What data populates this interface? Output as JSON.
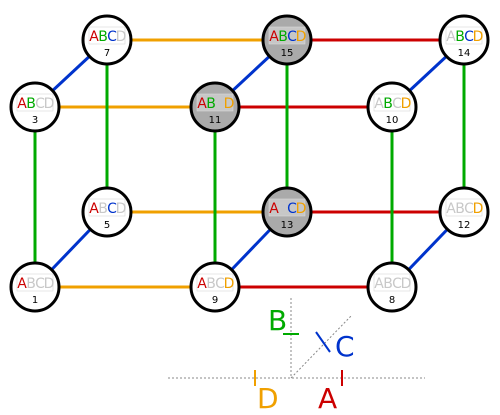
{
  "colors": {
    "A": "#cc0000",
    "B": "#00aa00",
    "C": "#0033cc",
    "D": "#f0a000",
    "faded": "#c8c8c8",
    "node_fill": "#ffffff",
    "node_fill_shaded": "#aaaaaa",
    "node_stroke": "#000000"
  },
  "nodes": [
    {
      "id": "n1",
      "number": "1",
      "letters": [
        "A",
        "B",
        "C",
        "D"
      ],
      "active": [
        true,
        false,
        false,
        false
      ],
      "shaded": false
    },
    {
      "id": "n3",
      "number": "3",
      "letters": [
        "A",
        "B",
        "C",
        "D"
      ],
      "active": [
        true,
        true,
        false,
        false
      ],
      "shaded": false
    },
    {
      "id": "n5",
      "number": "5",
      "letters": [
        "A",
        "B",
        "C",
        "D"
      ],
      "active": [
        true,
        false,
        true,
        false
      ],
      "shaded": false
    },
    {
      "id": "n7",
      "number": "7",
      "letters": [
        "A",
        "B",
        "C",
        "D"
      ],
      "active": [
        true,
        true,
        true,
        false
      ],
      "shaded": false
    },
    {
      "id": "n8",
      "number": "8",
      "letters": [
        "A",
        "B",
        "C",
        "D"
      ],
      "active": [
        false,
        false,
        false,
        false
      ],
      "shaded": false
    },
    {
      "id": "n9",
      "number": "9",
      "letters": [
        "A",
        "B",
        "C",
        "D"
      ],
      "active": [
        true,
        false,
        false,
        true
      ],
      "shaded": false
    },
    {
      "id": "n10",
      "number": "10",
      "letters": [
        "A",
        "B",
        "C",
        "D"
      ],
      "active": [
        false,
        true,
        false,
        true
      ],
      "shaded": false
    },
    {
      "id": "n11",
      "number": "11",
      "letters": [
        "A",
        "B",
        "C",
        "D"
      ],
      "active": [
        true,
        true,
        false,
        true
      ],
      "shaded": true
    },
    {
      "id": "n12",
      "number": "12",
      "letters": [
        "A",
        "B",
        "C",
        "D"
      ],
      "active": [
        false,
        false,
        false,
        true
      ],
      "shaded": false
    },
    {
      "id": "n13",
      "number": "13",
      "letters": [
        "A",
        "B",
        "C",
        "D"
      ],
      "active": [
        true,
        false,
        true,
        true
      ],
      "shaded": true
    },
    {
      "id": "n14",
      "number": "14",
      "letters": [
        "A",
        "B",
        "C",
        "D"
      ],
      "active": [
        false,
        true,
        true,
        true
      ],
      "shaded": false
    },
    {
      "id": "n15",
      "number": "15",
      "letters": [
        "A",
        "B",
        "C",
        "D"
      ],
      "active": [
        true,
        true,
        true,
        true
      ],
      "shaded": true
    }
  ],
  "edges": [
    {
      "from": "n7",
      "to": "n15",
      "color": "D"
    },
    {
      "from": "n15",
      "to": "n14",
      "color": "A"
    },
    {
      "from": "n3",
      "to": "n11",
      "color": "D"
    },
    {
      "from": "n11",
      "to": "n10",
      "color": "A"
    },
    {
      "from": "n5",
      "to": "n13",
      "color": "D"
    },
    {
      "from": "n13",
      "to": "n12",
      "color": "A"
    },
    {
      "from": "n1",
      "to": "n9",
      "color": "D"
    },
    {
      "from": "n9",
      "to": "n8",
      "color": "A"
    },
    {
      "from": "n7",
      "to": "n3",
      "color": "C"
    },
    {
      "from": "n15",
      "to": "n11",
      "color": "C"
    },
    {
      "from": "n14",
      "to": "n10",
      "color": "C"
    },
    {
      "from": "n5",
      "to": "n1",
      "color": "C"
    },
    {
      "from": "n13",
      "to": "n9",
      "color": "C"
    },
    {
      "from": "n12",
      "to": "n8",
      "color": "C"
    },
    {
      "from": "n3",
      "to": "n1",
      "color": "B"
    },
    {
      "from": "n7",
      "to": "n5",
      "color": "B"
    },
    {
      "from": "n11",
      "to": "n9",
      "color": "B"
    },
    {
      "from": "n15",
      "to": "n13",
      "color": "B"
    },
    {
      "from": "n10",
      "to": "n8",
      "color": "B"
    },
    {
      "from": "n14",
      "to": "n12",
      "color": "B"
    }
  ],
  "axes": {
    "A": "A",
    "B": "B",
    "C": "C",
    "D": "D"
  }
}
